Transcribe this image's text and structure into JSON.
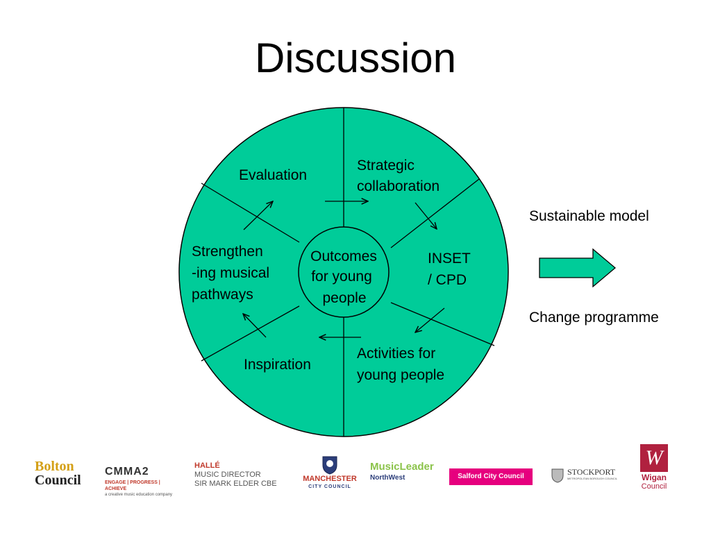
{
  "slide": {
    "title": "Discussion"
  },
  "wheel": {
    "center": [
      "Outcomes",
      "for young",
      "people"
    ],
    "segments": {
      "evaluation": [
        "Evaluation"
      ],
      "strategic": [
        "Strategic",
        "collaboration"
      ],
      "inset": [
        "INSET",
        "/ CPD"
      ],
      "activities": [
        "Activities for",
        "young people"
      ],
      "inspiration": [
        "Inspiration"
      ],
      "strengthening": [
        "Strengthen",
        "-ing musical",
        "pathways"
      ]
    },
    "fill_color": "#00cc99",
    "stroke_color": "#000000"
  },
  "side": {
    "top_label": "Sustainable model",
    "bottom_label": "Change programme",
    "arrow_color": "#00cc99"
  },
  "logos": {
    "bolton": [
      "Bolton",
      "Council"
    ],
    "cmmaz": {
      "mark": "CMMA2",
      "tagline": "ENGAGE | PROGRESS | ACHIEVE",
      "sub": "a creative music education company"
    },
    "halle": [
      "HALLÉ",
      "MUSIC DIRECTOR",
      "SIR MARK ELDER CBE"
    ],
    "manchester": [
      "MANCHESTER",
      "CITY COUNCIL"
    ],
    "musicleader": [
      "MusicLeader",
      "NorthWest"
    ],
    "salford": "Salford City Council",
    "stockport": [
      "STOCKPORT",
      "METROPOLITAN BOROUGH COUNCIL"
    ],
    "wigan": [
      "Wigan",
      "Council"
    ]
  }
}
